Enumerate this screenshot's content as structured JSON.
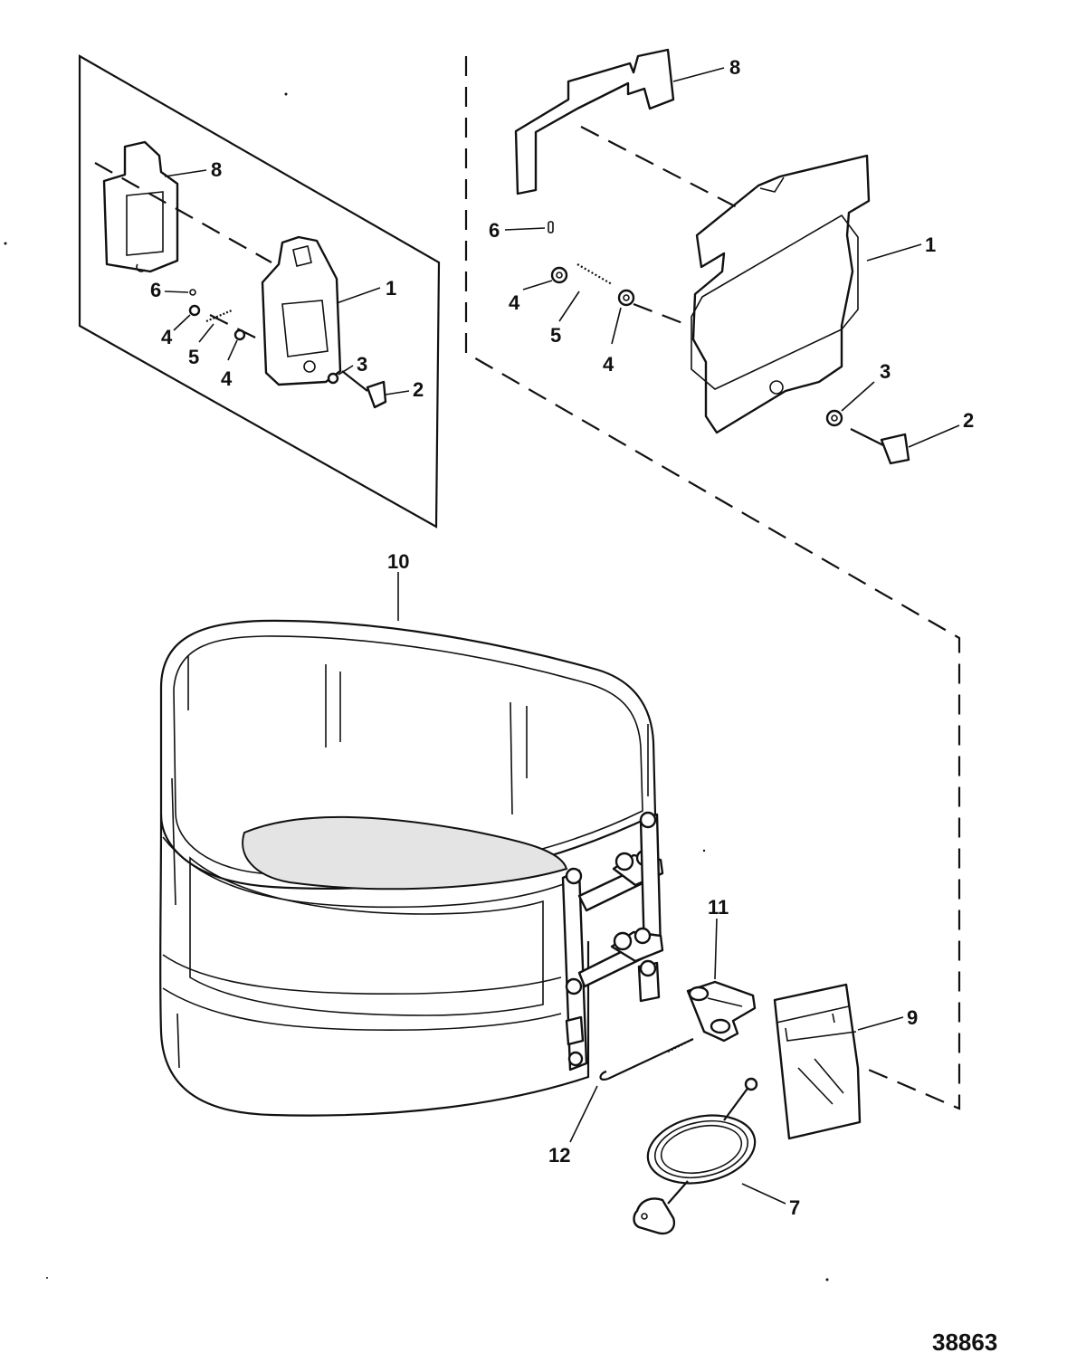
{
  "figure_number": "38863",
  "callouts": {
    "inset_8": "8",
    "inset_1": "1",
    "inset_6": "6",
    "inset_4a": "4",
    "inset_5": "5",
    "inset_4b": "4",
    "inset_3": "3",
    "inset_2": "2",
    "main_8": "8",
    "main_6": "6",
    "main_4a": "4",
    "main_5": "5",
    "main_4b": "4",
    "main_1": "1",
    "main_3": "3",
    "main_2": "2",
    "part_10": "10",
    "part_11": "11",
    "part_9": "9",
    "part_12": "12",
    "part_7": "7"
  },
  "colors": {
    "ink": "#111111",
    "background": "#ffffff"
  }
}
